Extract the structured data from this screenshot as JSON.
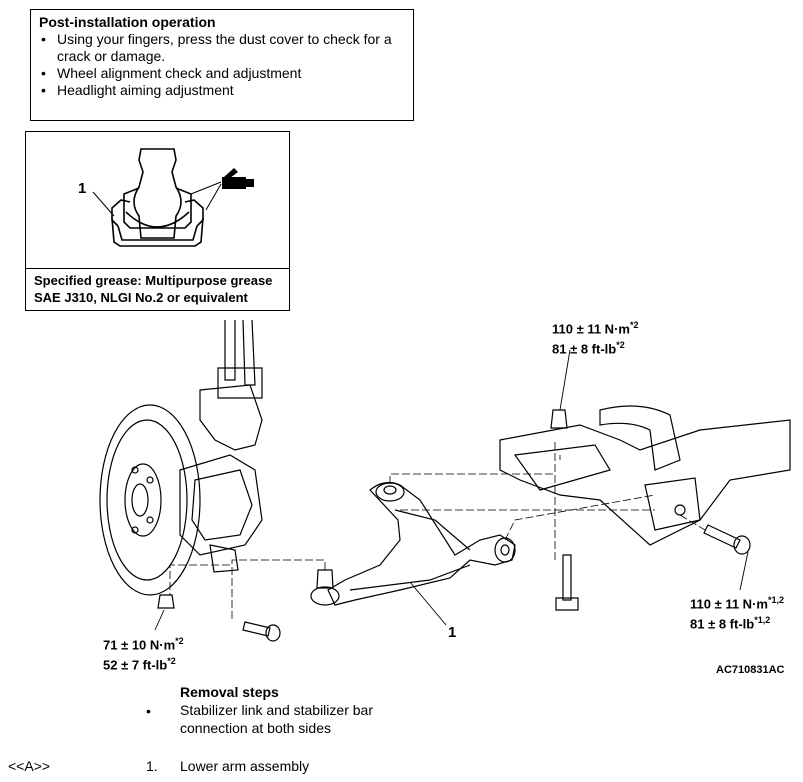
{
  "post_install": {
    "title": "Post-installation operation",
    "items": [
      "Using your fingers, press the dust cover to check for a crack or damage.",
      "Wheel alignment check and adjustment",
      "Headlight aiming adjustment"
    ]
  },
  "grease": {
    "callout": "1",
    "spec_line1": "Specified grease: Multipurpose grease",
    "spec_line2": "SAE J310, NLGI No.2 or equivalent"
  },
  "diagram": {
    "callout_lower_arm": "1",
    "torque_top_line1": "110 ± 11 N·m*2",
    "torque_top_line2": "81 ± 8 ft-lb*2",
    "torque_right_line1": "110 ± 11 N·m*1,2",
    "torque_right_line2": "81 ± 8 ft-lb*1,2",
    "torque_left_line1": "71 ± 10 N·m*2",
    "torque_left_line2": "52 ± 7 ft-lb*2",
    "figure_code": "AC710831AC"
  },
  "removal": {
    "title": "Removal steps",
    "bullet_item_line1": "Stabilizer link and stabilizer bar",
    "bullet_item_line2": "connection at both sides",
    "step_ref": "<<A>>",
    "step_number": "1.",
    "step_label": "Lower arm assembly"
  }
}
